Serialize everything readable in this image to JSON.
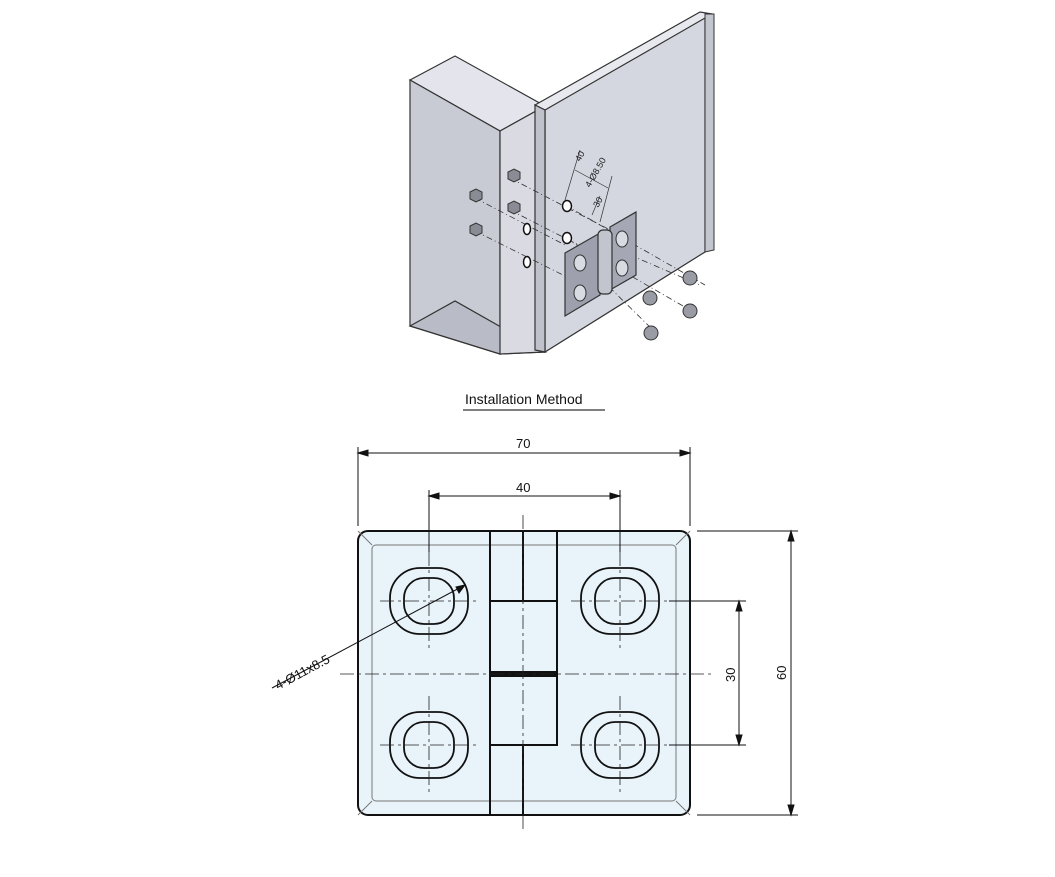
{
  "installation": {
    "caption": "Installation Method",
    "labels": [
      "40",
      "4-Ø8.50",
      "30"
    ]
  },
  "drawing": {
    "width_dim": "70",
    "hole_spacing_dim": "40",
    "height_dim": "60",
    "vertical_spacing_dim": "30",
    "hole_callout": "4-Ø11x8.5"
  },
  "colors": {
    "panel": "#d5d7e0",
    "hinge_face": "#e8f3fa",
    "line": "#111111"
  }
}
